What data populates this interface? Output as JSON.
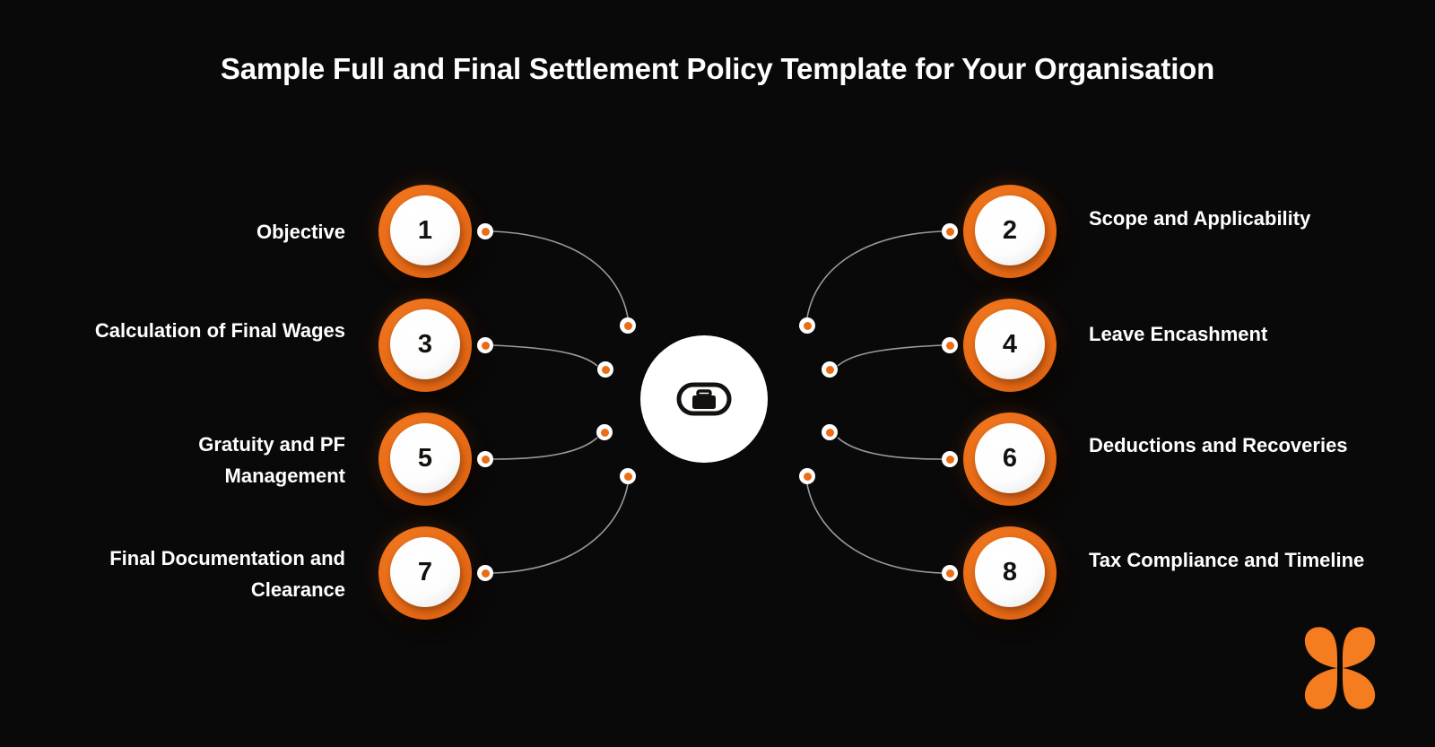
{
  "page": {
    "title": "Sample Full and Final Settlement Policy Template for Your Organisation",
    "background_color": "#0a0909",
    "accent_color": "#ec6c16",
    "text_color": "#ffffff",
    "connector_color": "#9b9b9b"
  },
  "hub": {
    "icon": "briefcase-icon",
    "icon_color": "#14120f",
    "background_color": "#ffffff"
  },
  "steps": [
    {
      "number": "1",
      "label": "Objective",
      "side": "left"
    },
    {
      "number": "2",
      "label": "Scope and Applicability",
      "side": "right"
    },
    {
      "number": "3",
      "label": "Calculation of Final Wages",
      "side": "left"
    },
    {
      "number": "4",
      "label": "Leave Encashment",
      "side": "right"
    },
    {
      "number": "5",
      "label": "Gratuity and PF Management",
      "side": "left"
    },
    {
      "number": "6",
      "label": "Deductions and Recoveries",
      "side": "right"
    },
    {
      "number": "7",
      "label": "Final Documentation and Clearance",
      "side": "left"
    },
    {
      "number": "8",
      "label": "Tax Compliance and Timeline",
      "side": "right"
    }
  ],
  "logo": {
    "name": "butterfly-logo",
    "color": "#f57c1f"
  }
}
